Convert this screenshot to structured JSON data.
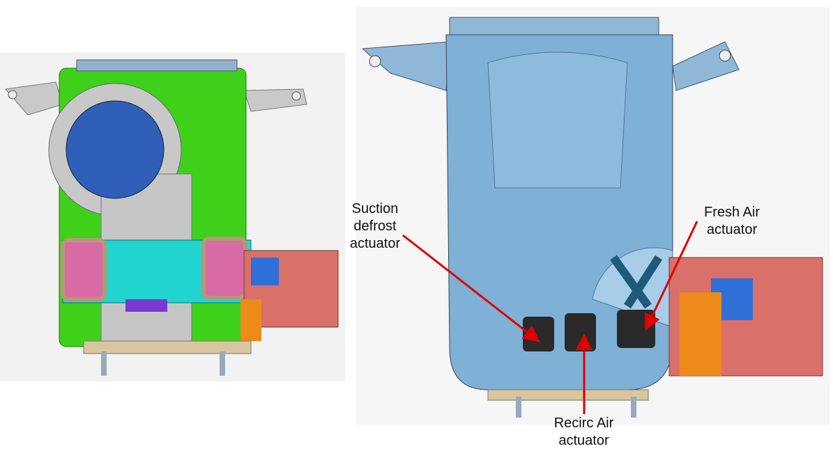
{
  "labels": {
    "suction_defrost": [
      "Suction",
      "defrost",
      "actuator"
    ],
    "fresh_air": [
      "Fresh Air",
      "actuator"
    ],
    "recirc_air": [
      "Recirc Air",
      "actuator"
    ]
  },
  "colors": {
    "housing_green": "#33cc11",
    "blower_blue": "#2f5fb8",
    "filter_cyan": "#22d4d0",
    "door_pink": "#d86aa6",
    "shell_blue": "#7fb0d6",
    "motor_salmon": "#d9706a",
    "arrow_red": "#e00000"
  }
}
